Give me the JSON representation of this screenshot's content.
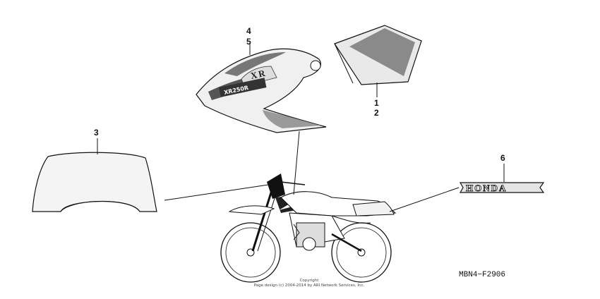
{
  "callouts": {
    "part1": "1",
    "part2": "2",
    "part3": "3",
    "part4": "4",
    "part5": "5",
    "part6": "6"
  },
  "decals": {
    "shroud_text": "XR",
    "shroud_subtext": "XR250R",
    "emblem_text": "HONDA"
  },
  "diagram_code": "MBN4−F2906",
  "copyright": {
    "line1": "Copyright",
    "line2": "Page design (c) 2004-2014 by ARI Network Services, Inc."
  }
}
